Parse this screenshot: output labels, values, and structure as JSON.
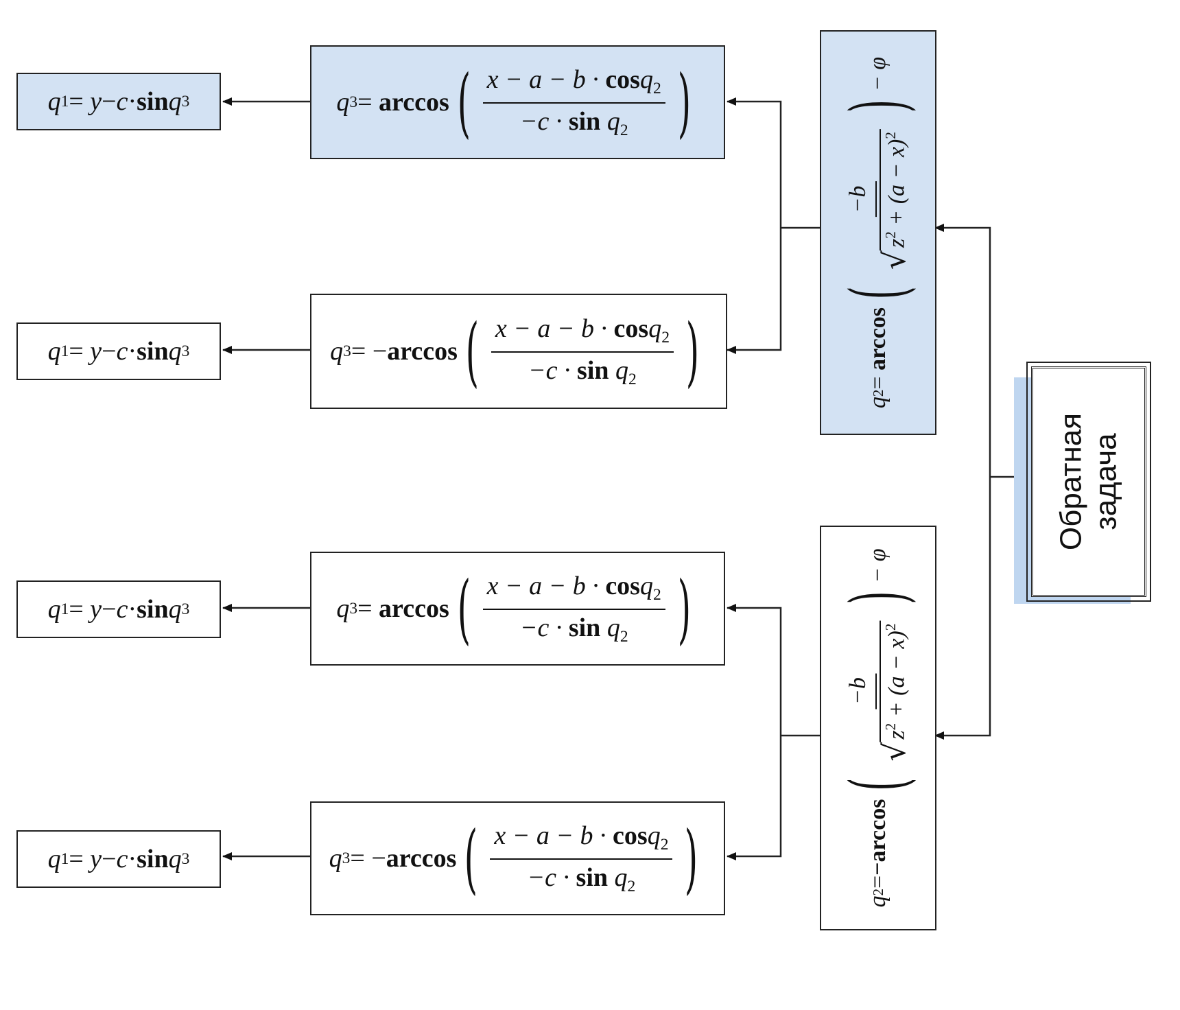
{
  "task": {
    "line1": "Обратная",
    "line2": "задача"
  },
  "q2_boxes": [
    {
      "lhs": "q",
      "lhs_sub": "2",
      "eq": " = ",
      "minus": "",
      "func": "arccos",
      "num": "−b",
      "rad_a": "z",
      "rad_b": "2",
      "rad_c": " + (a − x)",
      "rad_d": "2",
      "tail": " − φ"
    },
    {
      "lhs": "q",
      "lhs_sub": "2",
      "eq": " = ",
      "minus": "−",
      "func": "arccos",
      "num": "−b",
      "rad_a": "z",
      "rad_b": "2",
      "rad_c": " + (a − x)",
      "rad_d": "2",
      "tail": " − φ"
    }
  ],
  "q3_boxes": [
    {
      "lhs": "q",
      "lhs_sub": "3",
      "eq": " = ",
      "minus": "",
      "func": "arccos",
      "num_a": "x − a − b · ",
      "num_b": "cos",
      "num_c": "q",
      "num_d": "2",
      "den_a": "−c · ",
      "den_b": "sin",
      "den_c": " q",
      "den_d": "2"
    },
    {
      "lhs": "q",
      "lhs_sub": "3",
      "eq": " = ",
      "minus": "− ",
      "func": "arccos",
      "num_a": "x − a − b · ",
      "num_b": "cos",
      "num_c": "q",
      "num_d": "2",
      "den_a": "−c · ",
      "den_b": "sin",
      "den_c": " q",
      "den_d": "2"
    },
    {
      "lhs": "q",
      "lhs_sub": "3",
      "eq": " = ",
      "minus": "",
      "func": "arccos",
      "num_a": "x − a − b · ",
      "num_b": "cos",
      "num_c": "q",
      "num_d": "2",
      "den_a": "−c · ",
      "den_b": "sin",
      "den_c": " q",
      "den_d": "2"
    },
    {
      "lhs": "q",
      "lhs_sub": "3",
      "eq": " = ",
      "minus": "− ",
      "func": "arccos",
      "num_a": "x − a − b · ",
      "num_b": "cos",
      "num_c": "q",
      "num_d": "2",
      "den_a": "−c · ",
      "den_b": "sin",
      "den_c": " q",
      "den_d": "2"
    }
  ],
  "q1_boxes": [
    {
      "lhs": "q",
      "lhs_sub": "1",
      "eq": " = ",
      "a": "y",
      "b": " − ",
      "c": "c",
      "d": " · ",
      "e": "sin",
      "f": " q",
      "g": "3"
    },
    {
      "lhs": "q",
      "lhs_sub": "1",
      "eq": " = ",
      "a": "y",
      "b": " − ",
      "c": "c",
      "d": " · ",
      "e": "sin",
      "f": " q",
      "g": "3"
    },
    {
      "lhs": "q",
      "lhs_sub": "1",
      "eq": " = ",
      "a": "y",
      "b": " − ",
      "c": "c",
      "d": " · ",
      "e": "sin",
      "f": " q",
      "g": "3"
    },
    {
      "lhs": "q",
      "lhs_sub": "1",
      "eq": " = ",
      "a": "y",
      "b": " − ",
      "c": "c",
      "d": " · ",
      "e": "sin",
      "f": " q",
      "g": "3"
    }
  ]
}
